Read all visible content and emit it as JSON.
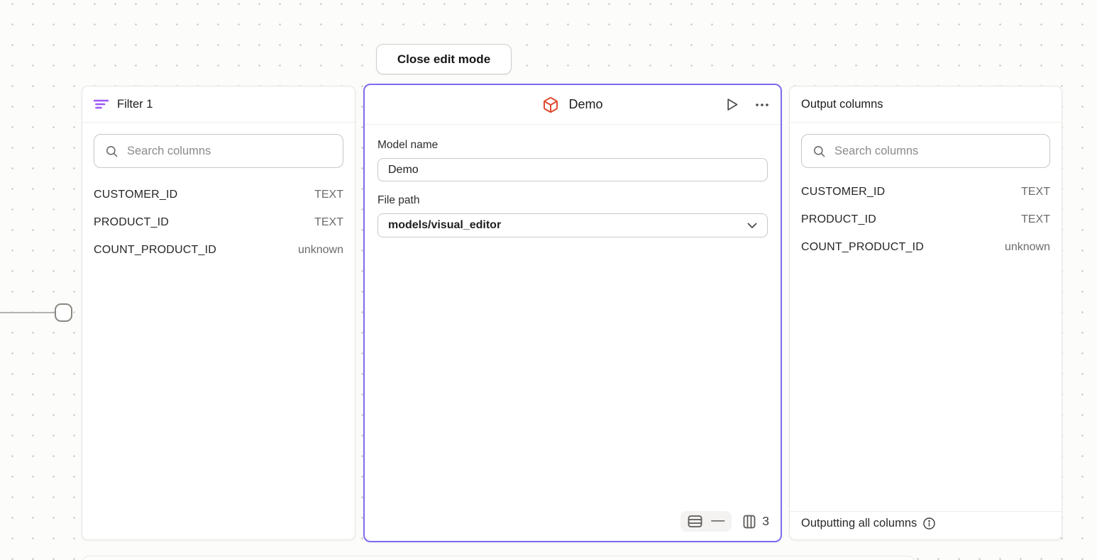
{
  "toolbar": {
    "close_button_label": "Close edit mode"
  },
  "filter_panel": {
    "title": "Filter 1",
    "icon": "filter-lines-icon",
    "icon_color": "#9b57f7",
    "search_placeholder": "Search columns",
    "columns": [
      {
        "name": "CUSTOMER_ID",
        "type": "TEXT"
      },
      {
        "name": "PRODUCT_ID",
        "type": "TEXT"
      },
      {
        "name": "COUNT_PRODUCT_ID",
        "type": "unknown"
      }
    ]
  },
  "model_panel": {
    "title": "Demo",
    "icon": "cube-icon",
    "icon_color": "#e04a2f",
    "border_color": "#7c6cf0",
    "model_name_label": "Model name",
    "model_name_value": "Demo",
    "file_path_label": "File path",
    "file_path_value": "models/visual_editor",
    "row_count": "—",
    "column_count": "3"
  },
  "output_panel": {
    "title": "Output columns",
    "search_placeholder": "Search columns",
    "columns": [
      {
        "name": "CUSTOMER_ID",
        "type": "TEXT"
      },
      {
        "name": "PRODUCT_ID",
        "type": "TEXT"
      },
      {
        "name": "COUNT_PRODUCT_ID",
        "type": "unknown"
      }
    ],
    "footer_text": "Outputting all columns"
  }
}
